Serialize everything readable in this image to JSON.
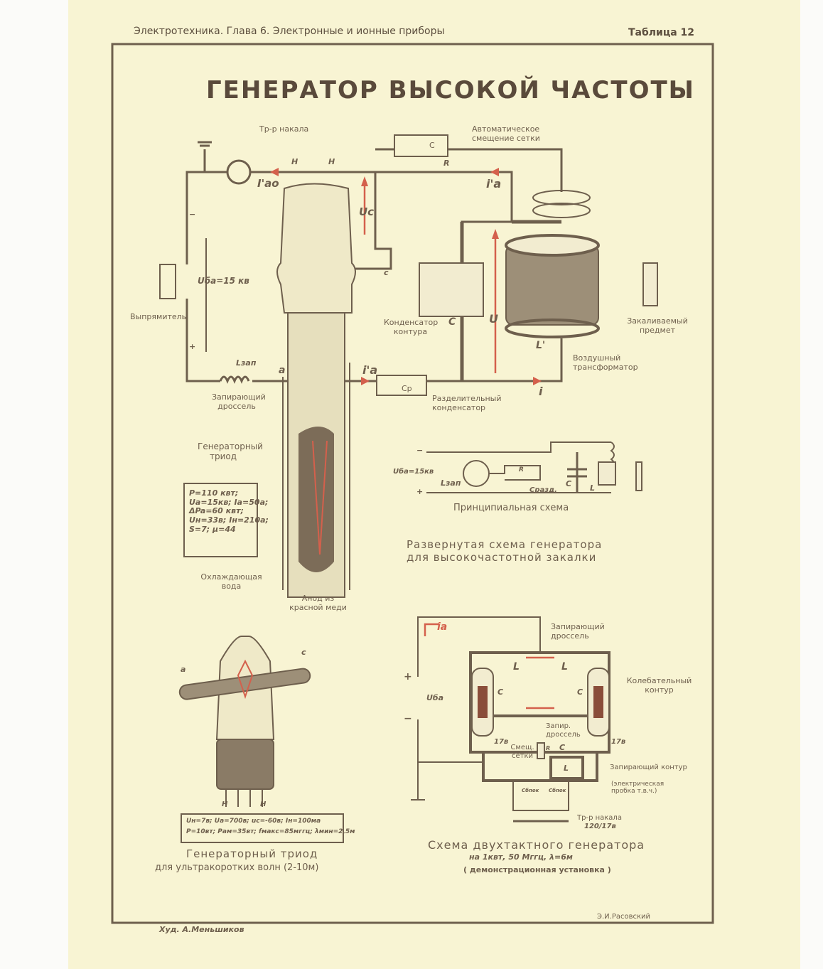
{
  "header": {
    "left": "Электротехника. Глава 6. Электронные и ионные приборы",
    "right": "Таблица 12"
  },
  "title": "ГЕНЕРАТОР ВЫСОКОЙ ЧАСТОТЫ",
  "main": {
    "filament_transformer": "Тр-р накала",
    "h1": "Н",
    "h2": "Н",
    "auto_bias": "Автоматическое смещение сетки",
    "bias_c": "C",
    "bias_r": "R",
    "i_a0": "I'ао",
    "i_a_top": "i'a",
    "u_c": "Uс",
    "grid_c": "c",
    "u_ba": "Uба=15 кв",
    "minus": "−",
    "plus": "+",
    "rectifier": "Выпрямитель",
    "l_zap": "Lзап",
    "anode_a": "a",
    "choke": "Запирающий дроссель",
    "i_a_bottom": "i'a",
    "cp": "Cр",
    "blocking_cap": "Разделительный конденсатор",
    "tank_cap": "Конденсатор контура",
    "tank_c": "C",
    "u": "U",
    "l_prime": "L'",
    "i": "i",
    "air_transformer": "Воздушный трансформатор",
    "workpiece": "Закаливаемый предмет",
    "triode_label": "Генераторный триод",
    "params": [
      "P=110 квт;",
      "Ua=15кв; Ia=50a;",
      "ΔPa=60 квт;",
      "Uн=33в; Iн=210a;",
      "S=7; μ=44"
    ],
    "cooling_water": "Охлаждающая вода",
    "anode_copper": "Анод из красной меди"
  },
  "principle": {
    "minus": "−",
    "plus": "+",
    "u_ba": "Uба=15кв",
    "l_zap": "Lзап",
    "r": "R",
    "c_razd": "Cразд.",
    "c": "C",
    "l": "L",
    "label": "Принципиальная схема",
    "caption": [
      "Развернутая схема генератора",
      "для высокочастотной закалки"
    ]
  },
  "push_pull": {
    "i_a": "ia",
    "choke_top": "Запирающий дроссель",
    "l1": "L",
    "l2": "L",
    "tank": "Колебательный контур",
    "c1": "C",
    "c2": "C",
    "plus": "+",
    "minus": "−",
    "u_ba": "Uба",
    "choke_mid": "Запир. дроссель",
    "d1": "17в",
    "d2": "17в",
    "grid_bias": "Смещ. сетки",
    "r": "R",
    "c": "C",
    "l": "L",
    "trap": "Запирающий контур",
    "trap_note": "(электрическая пробка т.в.ч.)",
    "c_block1": "Cбпок",
    "c_block2": "Cбпок",
    "fil_tr": "Тр-р накала",
    "fil_ratio": "120/17в",
    "caption": [
      "Схема двухтактного генератора",
      "на 1квт, 50 Мггц, λ=6м",
      "( демонстрационная установка )"
    ]
  },
  "uhf_triode": {
    "a": "a",
    "c": "c",
    "h1": "Н",
    "h2": "Н",
    "params": [
      "Uн=7в; Ua=700в; uc=-60в; Iн=100ма",
      "P=10вт; Pам=35вт; fмакс=85мггц; λмин=2,5м"
    ],
    "caption": [
      "Генераторный триод",
      "для ультракоротких волн (2-10м)"
    ]
  },
  "footer": {
    "artist": "Худ. А.Меньшиков",
    "author": "Э.И.Расовский"
  },
  "colors": {
    "paper": "#f8f4d3",
    "ink": "#6e5f4d",
    "accent": "#d4604c"
  }
}
